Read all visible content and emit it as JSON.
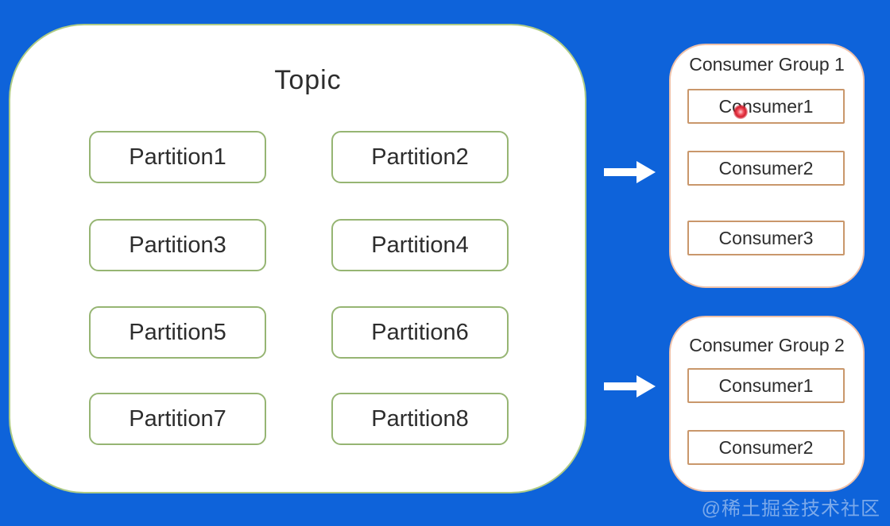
{
  "colors": {
    "background": "#0e63da",
    "topic_border": "#aecb85",
    "partition_border": "#96b573",
    "group_border": "#eec1a9",
    "consumer_border": "#c9976b",
    "text": "#2d2d2d",
    "arrow": "#ffffff",
    "laser_dot": "#d41f2e"
  },
  "icons": {
    "flow_arrow": "arrow-right-icon",
    "laser_pointer": "red-laser-dot"
  },
  "topic": {
    "title": "Topic",
    "partitions": [
      "Partition1",
      "Partition2",
      "Partition3",
      "Partition4",
      "Partition5",
      "Partition6",
      "Partition7",
      "Partition8"
    ]
  },
  "consumer_groups": [
    {
      "title": "Consumer Group 1",
      "consumers": [
        "Consumer1",
        "Consumer2",
        "Consumer3"
      ]
    },
    {
      "title": "Consumer Group 2",
      "consumers": [
        "Consumer1",
        "Consumer2"
      ]
    }
  ],
  "watermark": "@稀土掘金技术社区"
}
